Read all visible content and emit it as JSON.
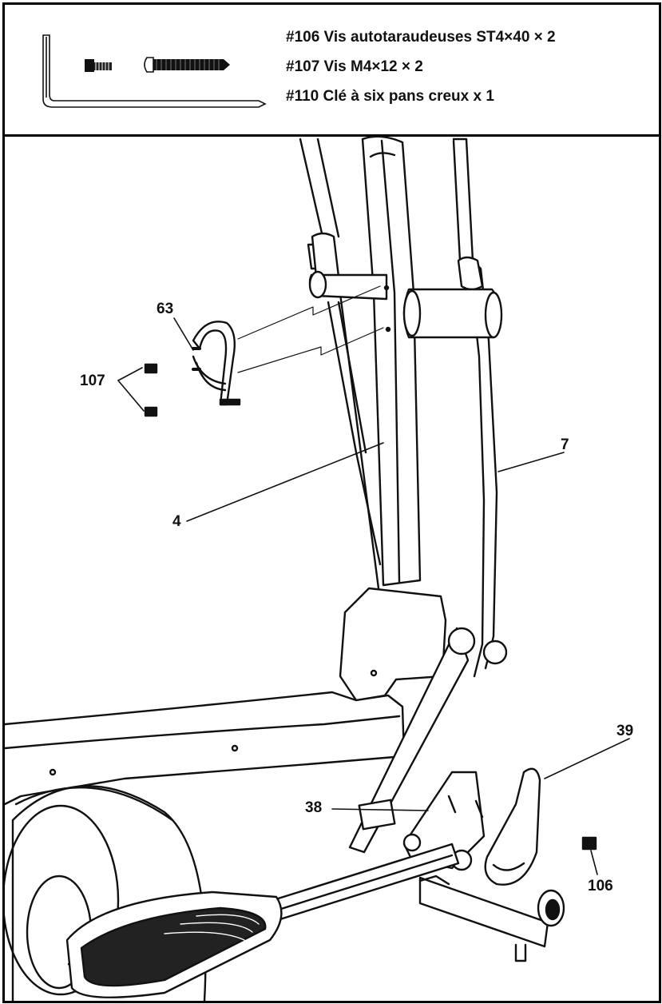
{
  "parts": [
    {
      "num": "#106",
      "text": "#106 Vis autotaraudeuses ST4×40 × 2"
    },
    {
      "num": "#107",
      "text": "#107 Vis M4×12 × 2"
    },
    {
      "num": "#110",
      "text": "#110 Clé à six pans creux x 1"
    }
  ],
  "callouts": {
    "c63": "63",
    "c107": "107",
    "c4": "4",
    "c7": "7",
    "c39": "39",
    "c38": "38",
    "c106": "106"
  },
  "colors": {
    "line": "#111111",
    "fill": "#ffffff"
  }
}
